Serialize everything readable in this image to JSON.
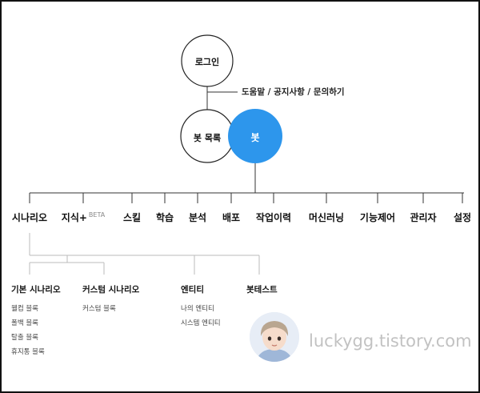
{
  "nodes": {
    "login": "로그인",
    "bot_list": "봇 목록",
    "bot": "봇"
  },
  "help_links": "도움말 / 공지사항 / 문의하기",
  "menu": [
    {
      "label": "시나리오",
      "badge": ""
    },
    {
      "label": "지식+",
      "badge": "BETA"
    },
    {
      "label": "스킬",
      "badge": ""
    },
    {
      "label": "학습",
      "badge": ""
    },
    {
      "label": "분석",
      "badge": ""
    },
    {
      "label": "배포",
      "badge": ""
    },
    {
      "label": "작업이력",
      "badge": ""
    },
    {
      "label": "머신러닝",
      "badge": ""
    },
    {
      "label": "기능제어",
      "badge": ""
    },
    {
      "label": "관리자",
      "badge": ""
    },
    {
      "label": "설정",
      "badge": ""
    }
  ],
  "scenario_groups": [
    {
      "title": "기본 시나리오",
      "items": [
        "웰컴 블록",
        "폴백 블록",
        "탈출 블록",
        "휴지통 블록"
      ]
    },
    {
      "title": "커스텀 시나리오",
      "items": [
        "커스텀 블록"
      ]
    },
    {
      "title": "엔티티",
      "items": [
        "나의 엔티티",
        "시스템 엔티티"
      ]
    },
    {
      "title": "봇테스트",
      "items": []
    }
  ],
  "watermark": "luckygg.tistory.com",
  "colors": {
    "accent": "#2d96ec",
    "line": "#333333",
    "sub_line": "#bbbbbb"
  }
}
